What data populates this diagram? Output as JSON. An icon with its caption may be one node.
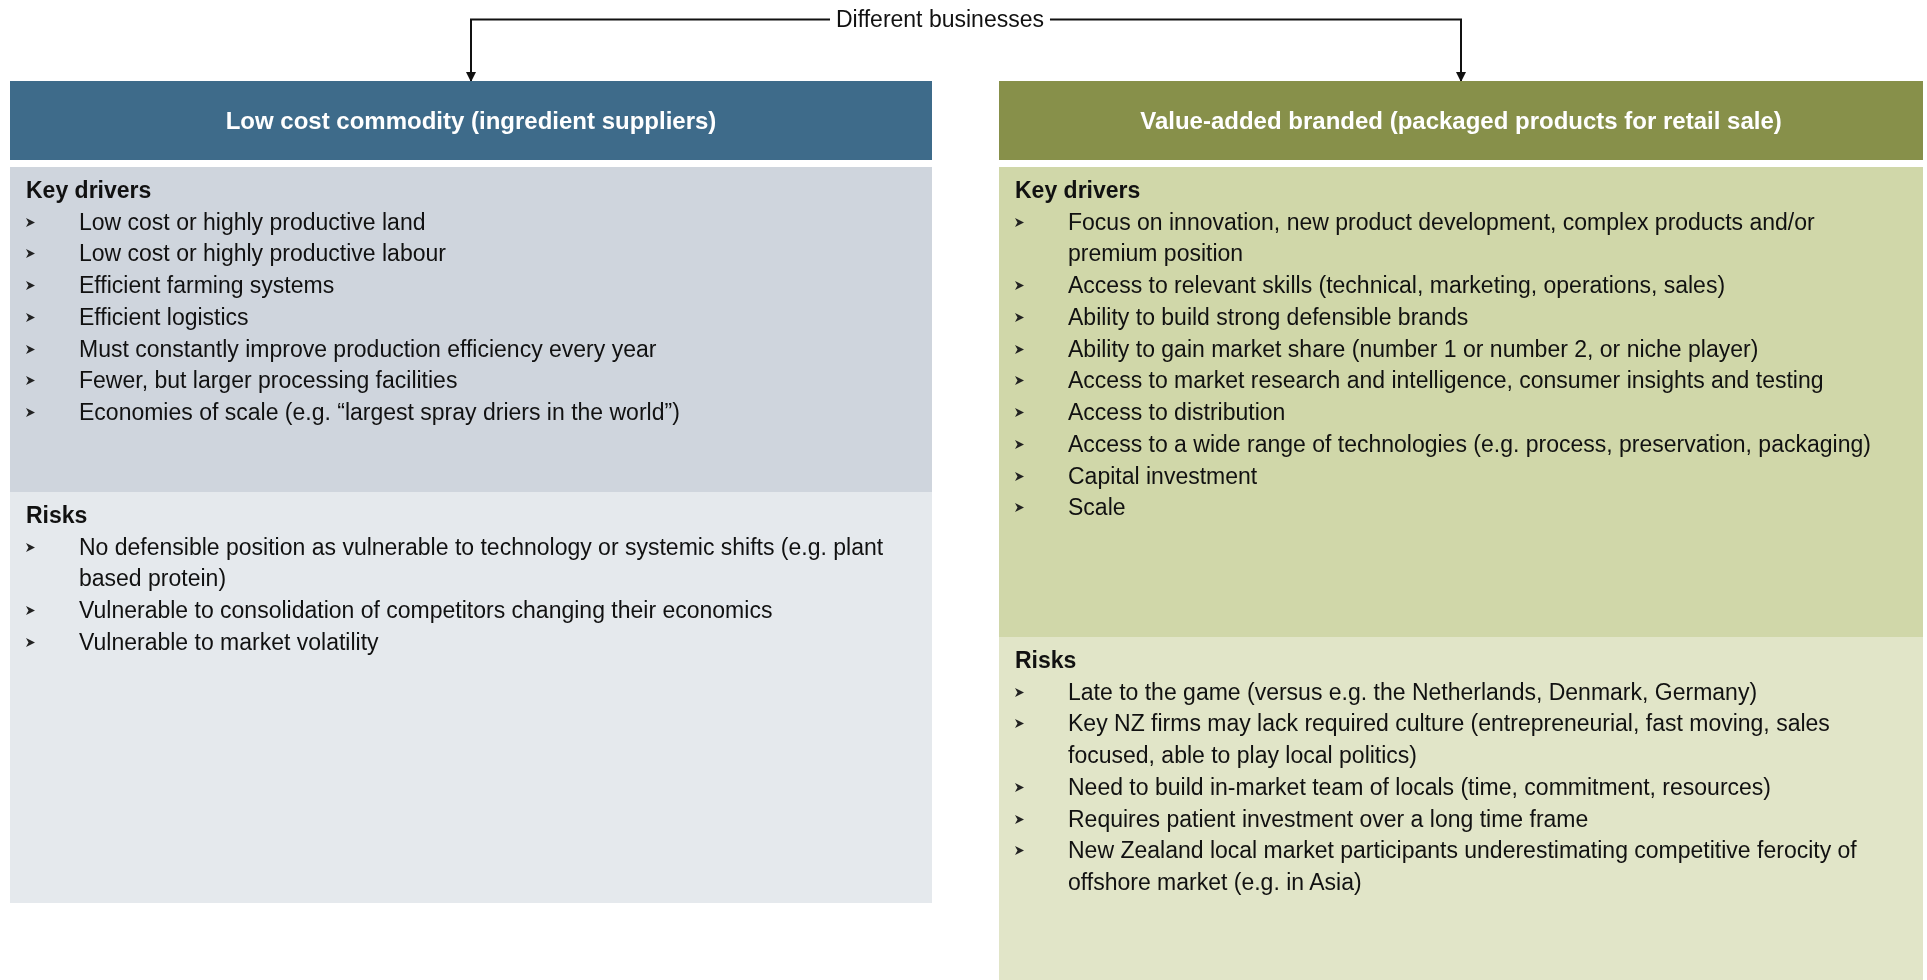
{
  "diagram": {
    "nodes": [
      {
        "text": [
          "Different businesses"
        ]
      },
      {
        "text": [
          "Low cost commodity (ingredient suppliers)"
        ]
      },
      {
        "text": [
          "Key drivers",
          "Low cost or highly productive land",
          "Low cost or highly productive labour",
          "Efficient farming systems",
          "Efficient logistics",
          "Must constantly improve production efficiency every year",
          "Fewer, but larger processing facilities",
          "Economies of scale (e.g. “largest spray driers in the world”)"
        ]
      },
      {
        "text": [
          "Risks",
          "No defensible position as vulnerable to technology or systemic shifts (e.g. plant based protein)",
          "Vulnerable to consolidation of competitors changing their economics",
          "Vulnerable to market volatility"
        ]
      },
      {
        "text": [
          "Value-added branded (packaged products for retail sale)"
        ]
      },
      {
        "text": [
          "Key drivers",
          "Focus on innovation, new product development, complex products and/or premium position",
          "Access to relevant skills (technical, marketing, operations, sales)",
          "Ability to build strong defensible brands",
          "Ability to gain market share (number 1 or number 2, or niche player)",
          "Access to market research and intelligence, consumer insights and testing",
          "Access to distribution",
          "Access to a wide range of technologies (e.g. process, preservation, packaging)",
          "Capital investment",
          "Scale"
        ]
      },
      {
        "text": [
          "Risks",
          "Late to the game (versus e.g. the Netherlands, Denmark, Germany)",
          "Key NZ firms may lack required culture (entrepreneurial, fast moving, sales focused, able to play local politics)",
          "Need to build in-market team of locals (time, commitment, resources)",
          "Requires patient investment over a long time frame",
          "New Zealand local market participants underestimating competitive ferocity of offshore market (e.g. in Asia)"
        ]
      }
    ],
    "edges": [
      {
        "from": 0,
        "to": 1,
        "arrow": "to"
      },
      {
        "from": 0,
        "to": 4,
        "arrow": "to"
      }
    ]
  }
}
